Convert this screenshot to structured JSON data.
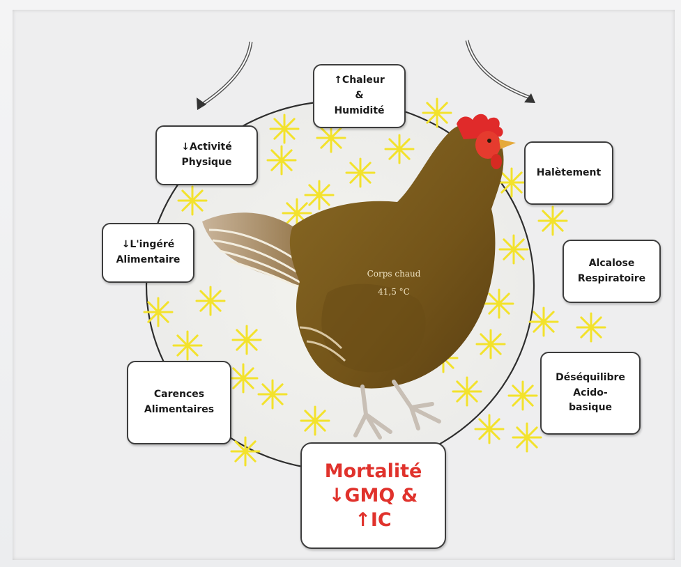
{
  "center_label": {
    "line1": "Corps chaud",
    "line2": "41,5 °C"
  },
  "boxes": {
    "heat": {
      "lines": [
        "↑Chaleur",
        "&",
        "Humidité"
      ]
    },
    "activity": {
      "lines": [
        "↓Activité",
        "Physique"
      ]
    },
    "intake": {
      "lines": [
        "↓L'ingéré",
        "Alimentaire"
      ]
    },
    "deficiency": {
      "lines": [
        "Carences",
        "Alimentaires"
      ]
    },
    "panting": {
      "lines": [
        "Halètement"
      ]
    },
    "alkalosis": {
      "lines": [
        "Alcalose",
        "Respiratoire"
      ]
    },
    "imbalance": {
      "lines": [
        "Déséquilibre",
        "Acido-",
        "basique"
      ]
    },
    "outcome": {
      "lines": [
        "Mortalité",
        "↓GMQ &",
        "↑IC"
      ]
    }
  },
  "colors": {
    "hen_body": "#7a5a1c",
    "hen_comb": "#e02a2a",
    "sun_star": "#f3e22c",
    "outcome_text": "#e0322c",
    "circle": "#f6f6f0"
  },
  "icons": [
    "curved-arrow-left",
    "curved-arrow-right",
    "sun-star",
    "hen"
  ]
}
